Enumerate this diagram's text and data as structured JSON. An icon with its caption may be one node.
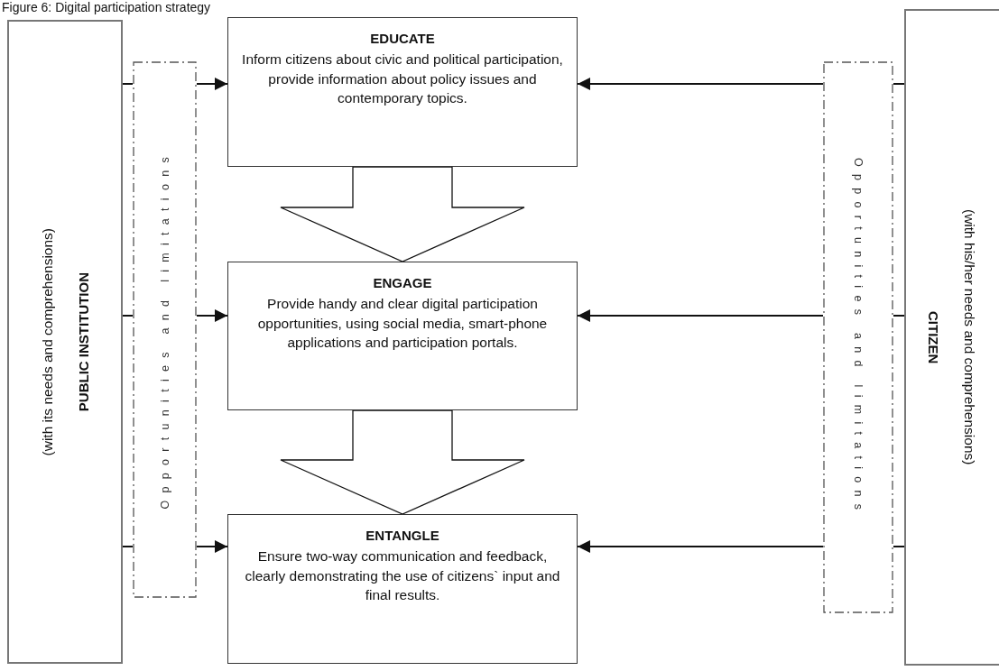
{
  "diagram": {
    "title": "Figure 6: Digital participation strategy",
    "nodes": [
      {
        "text": [
          "PUBLIC INSTITUTION",
          "(with its needs and comprehensions)"
        ]
      },
      {
        "text": [
          "Opportunities and limitations"
        ]
      },
      {
        "text": [
          "EDUCATE",
          "Inform citizens about civic and political participation, provide information about policy issues and contemporary topics."
        ]
      },
      {
        "text": [
          "ENGAGE",
          "Provide handy and clear digital participation opportunities, using social media, smart-phone applications and participation portals."
        ]
      },
      {
        "text": [
          "ENTANGLE",
          "Ensure two-way communication and feedback, clearly demonstrating the use of citizens` input and final results."
        ]
      },
      {
        "text": [
          "Opportunities and limitations"
        ]
      },
      {
        "text": [
          "CITIZEN",
          "(with his/her needs and comprehensions)"
        ]
      }
    ],
    "edges": [
      {
        "from": 0,
        "to": 1,
        "arrow": "none"
      },
      {
        "from": 0,
        "to": 1,
        "arrow": "none"
      },
      {
        "from": 0,
        "to": 1,
        "arrow": "none"
      },
      {
        "from": 1,
        "to": 2,
        "arrow": "to"
      },
      {
        "from": 1,
        "to": 3,
        "arrow": "to"
      },
      {
        "from": 1,
        "to": 4,
        "arrow": "to"
      },
      {
        "from": 2,
        "to": 3,
        "arrow": "to",
        "style": "thick"
      },
      {
        "from": 3,
        "to": 4,
        "arrow": "to",
        "style": "thick"
      },
      {
        "from": 6,
        "to": 5,
        "arrow": "none"
      },
      {
        "from": 6,
        "to": 5,
        "arrow": "none"
      },
      {
        "from": 6,
        "to": 5,
        "arrow": "none"
      },
      {
        "from": 5,
        "to": 2,
        "arrow": "to"
      },
      {
        "from": 5,
        "to": 3,
        "arrow": "to"
      },
      {
        "from": 5,
        "to": 4,
        "arrow": "to"
      }
    ]
  }
}
